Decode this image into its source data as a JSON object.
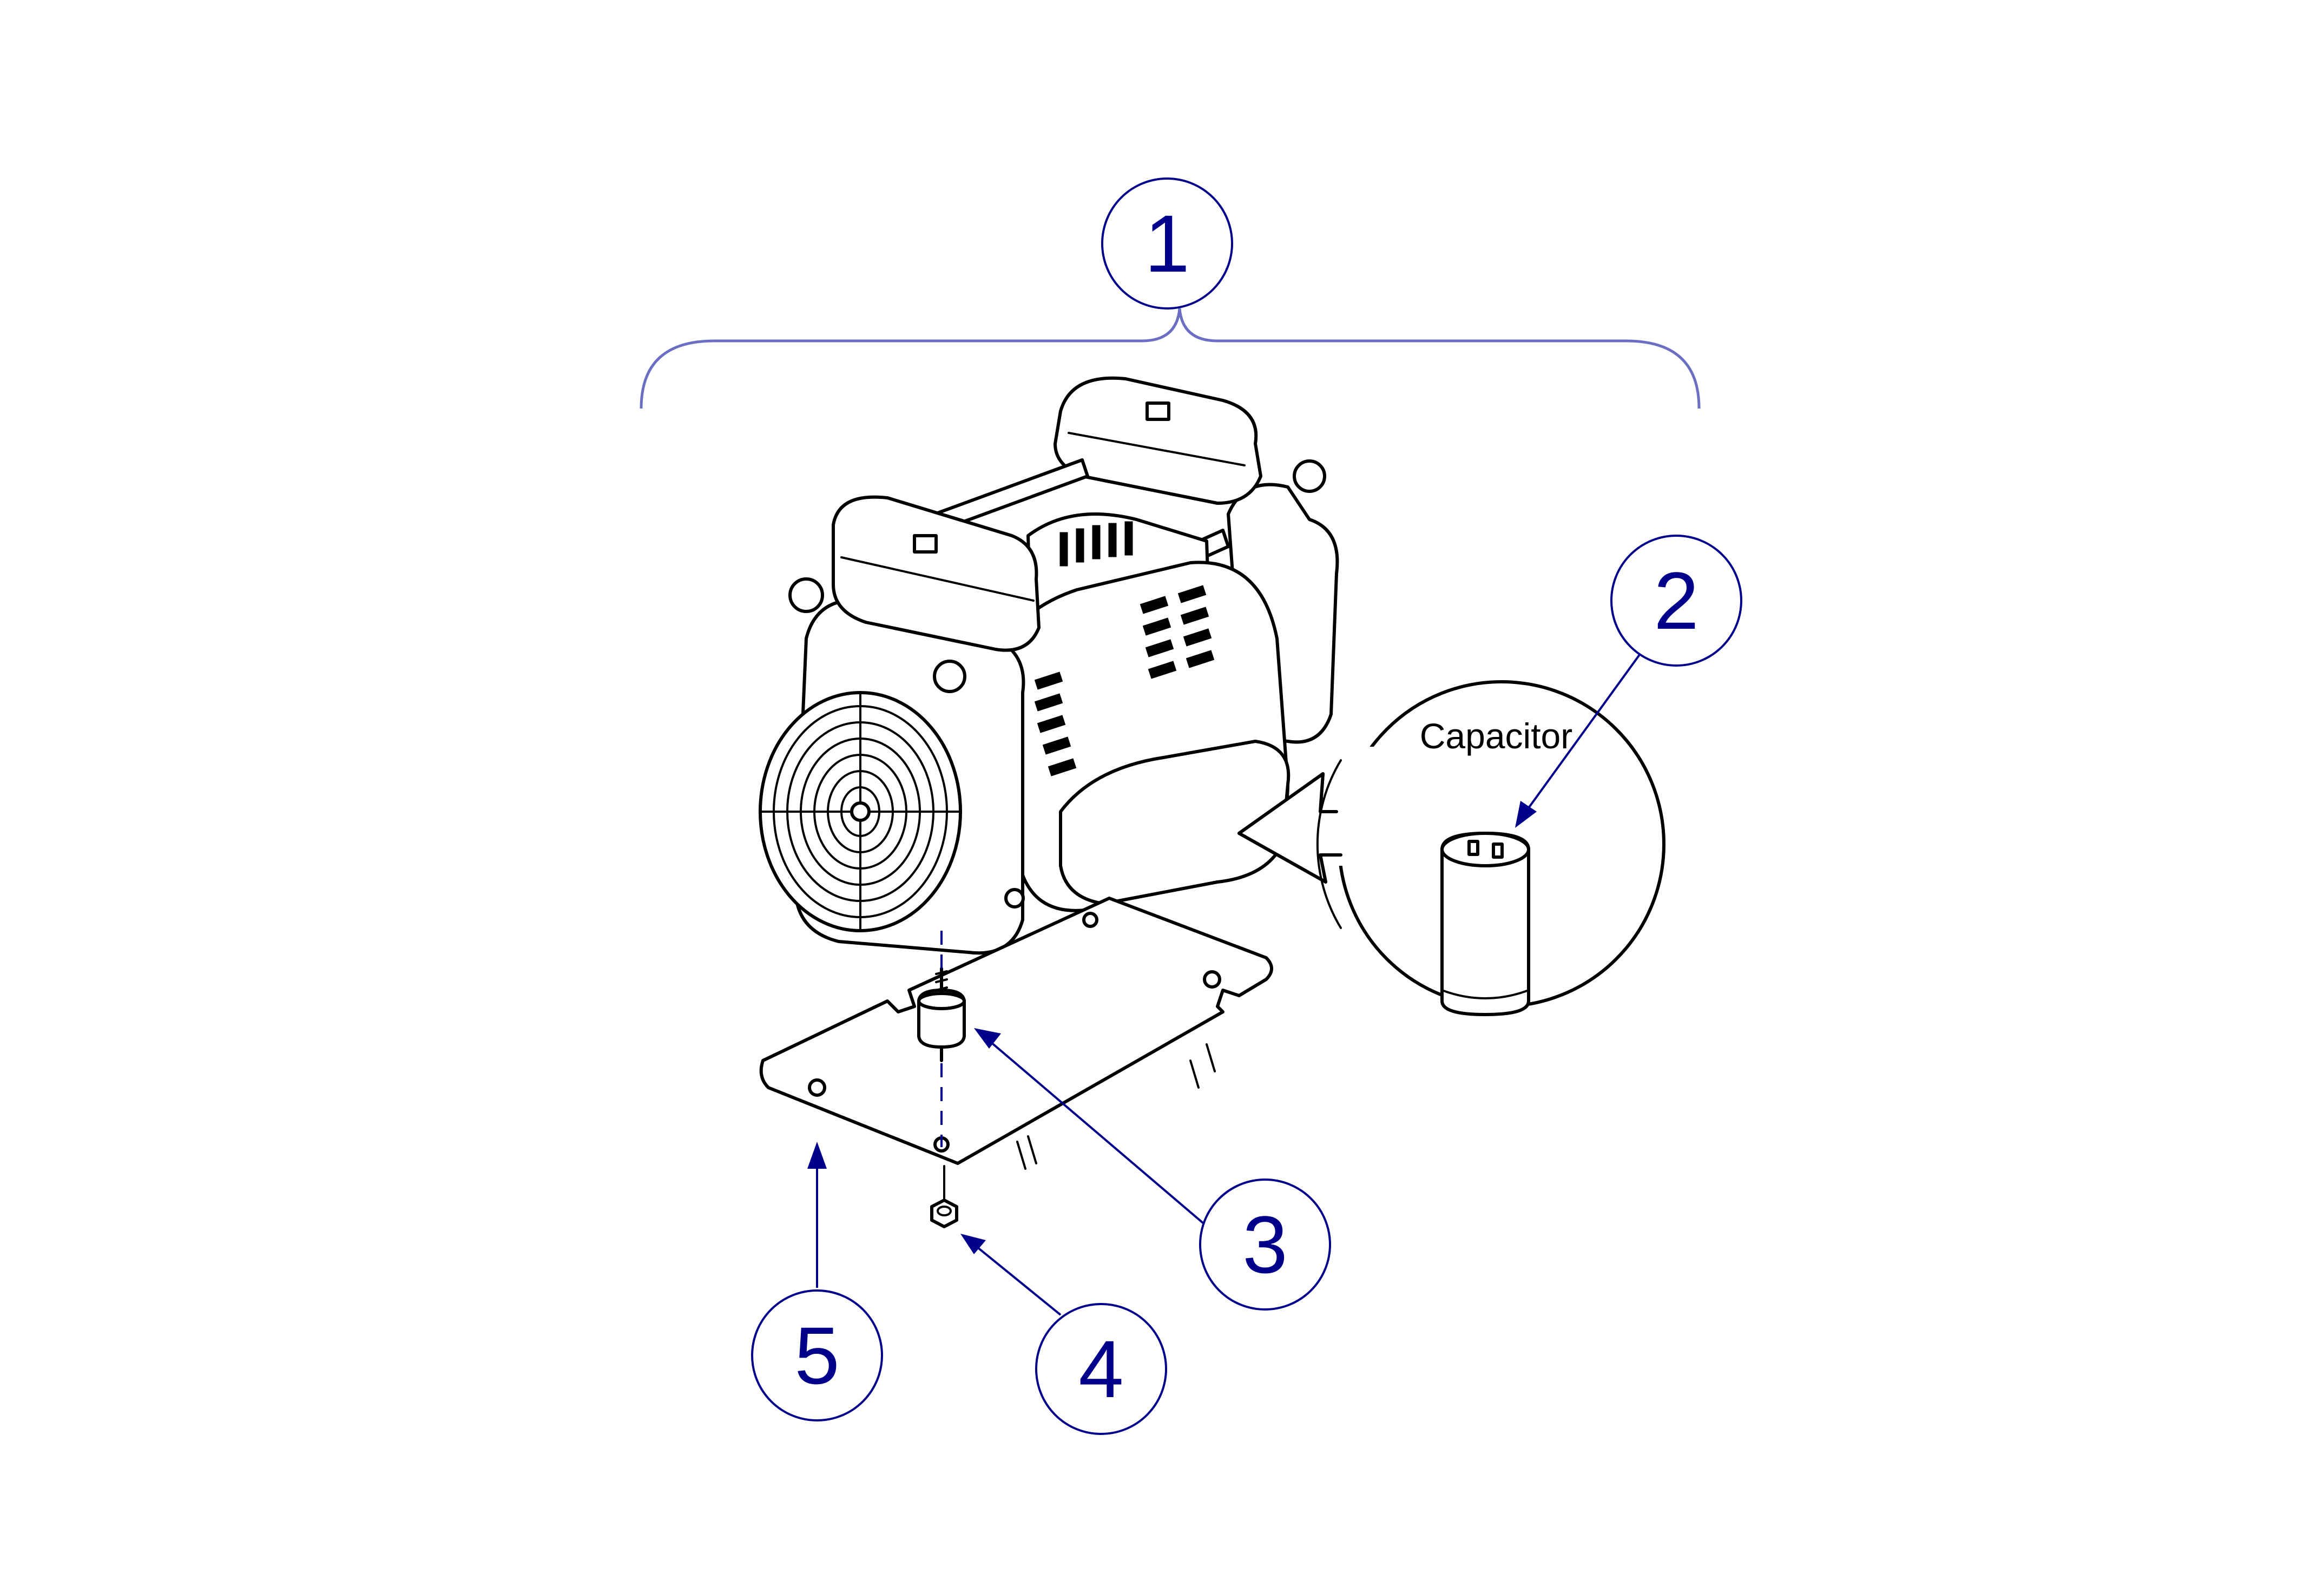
{
  "callouts": {
    "c1": "1",
    "c2": "2",
    "c3": "3",
    "c4": "4",
    "c5": "5"
  },
  "detail": {
    "label": "Capacitor"
  },
  "colors": {
    "callout": "#00008B",
    "bracket": "#6a6fc4",
    "linework": "#000000",
    "background": "#ffffff"
  }
}
